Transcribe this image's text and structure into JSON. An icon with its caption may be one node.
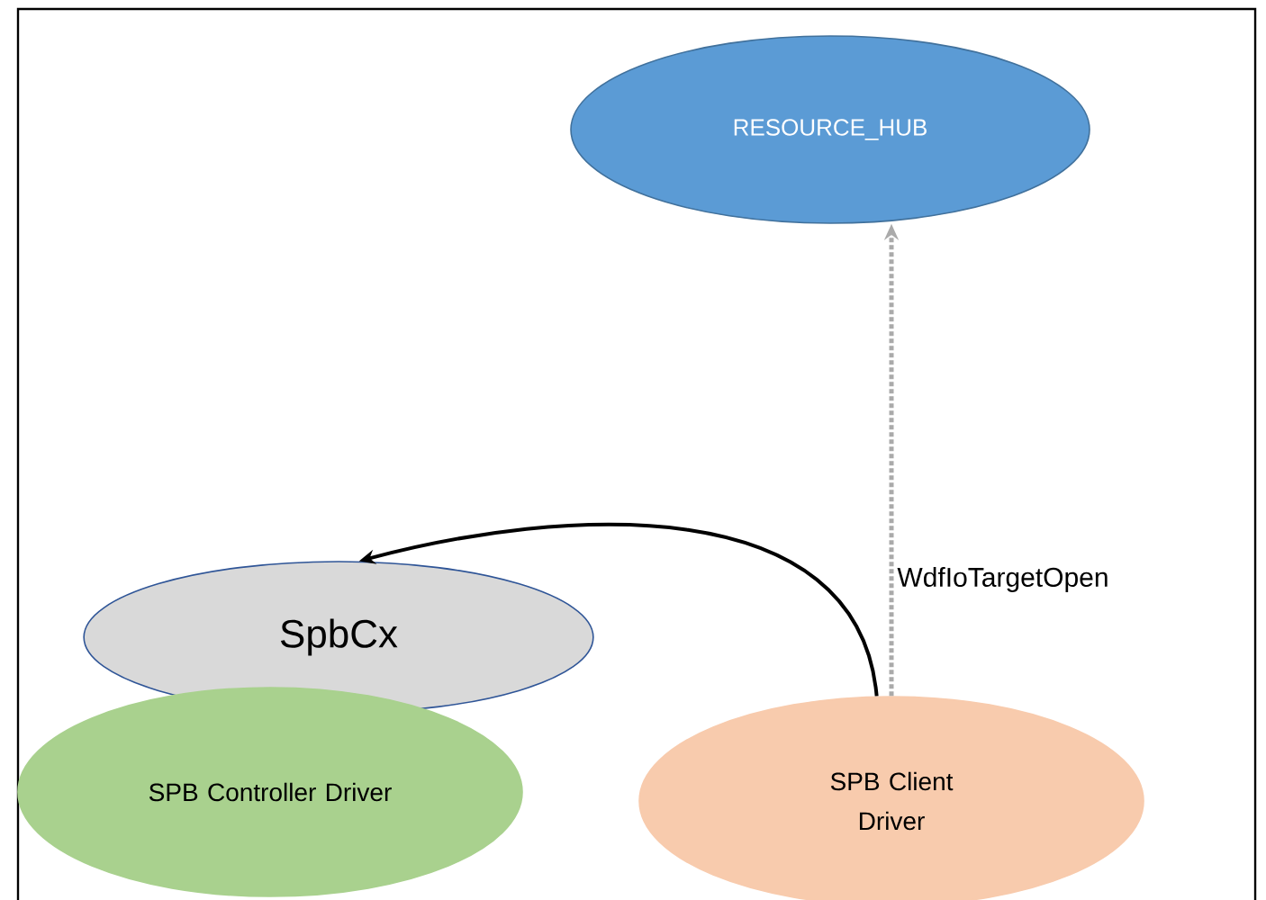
{
  "diagram": {
    "nodes": [
      {
        "text": [
          "RESOURCE_HUB"
        ]
      },
      {
        "text": [
          "SpbCx"
        ]
      },
      {
        "text": [
          "SPB Controller Driver"
        ]
      },
      {
        "text": [
          "SPB Client Driver"
        ]
      }
    ],
    "edges": [
      {
        "from": 3,
        "to": 0,
        "arrow": "to",
        "style": "dashed",
        "color": "#aaaaaa",
        "label": "WdfIoTargetOpen"
      },
      {
        "from": 3,
        "to": 1,
        "arrow": "to",
        "color": "#000000"
      }
    ]
  }
}
